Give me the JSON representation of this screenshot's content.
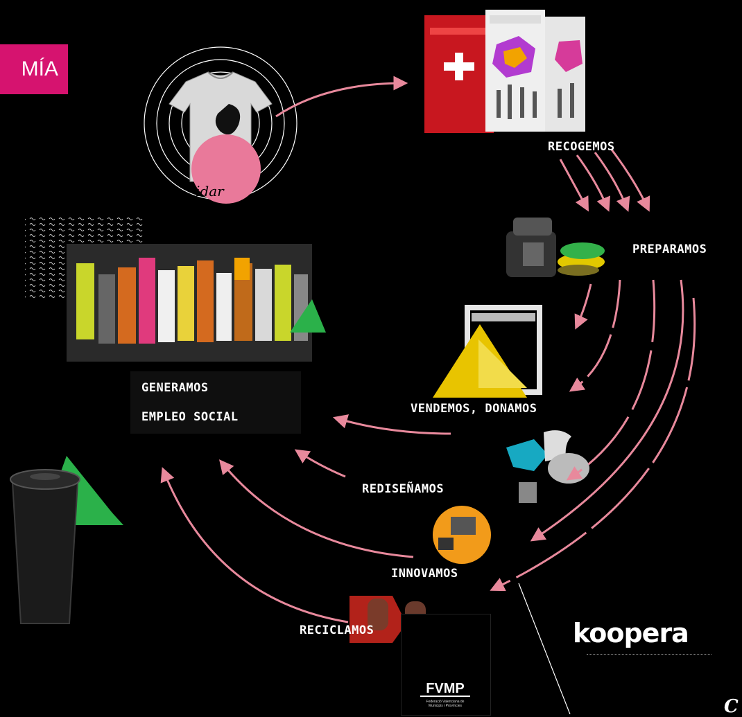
{
  "banner": {
    "text": "MÍA"
  },
  "steps": {
    "recogemos": "RECOGEMOS",
    "preparamos": "PREPARAMOS",
    "vendemos": "VENDEMOS, DONAMOS",
    "redisenamos": "REDISEÑAMOS",
    "innovamos": "INNOVAMOS",
    "reciclamos": "RECICLAMOS",
    "generamos_1": "GENERAMOS",
    "generamos_2": "EMPLEO SOCIAL"
  },
  "tshirt": {
    "text": "idar"
  },
  "logos": {
    "koopera": "koopera",
    "fvmp": "FVMP",
    "fvmp_sub": "Federació Valenciana de Municipis i Províncies",
    "corner": "C"
  },
  "colors": {
    "background": "#000000",
    "accent_pink": "#d6136f",
    "arrow_pink": "#e8899c",
    "label": "#ffffff"
  }
}
